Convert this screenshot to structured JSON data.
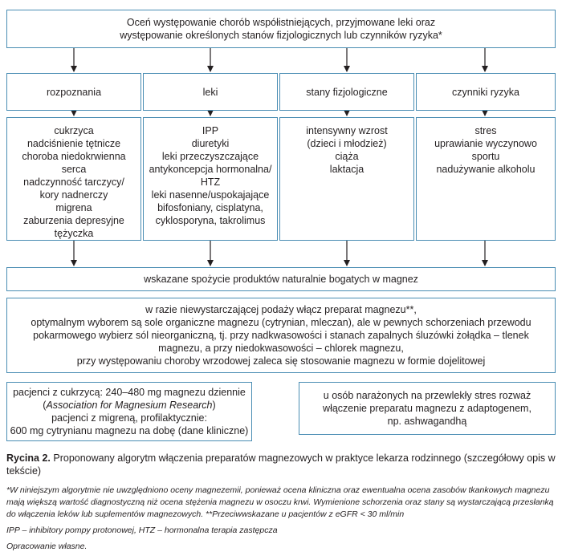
{
  "top_box": {
    "lines": [
      "Oceń występowanie chorób współistniejących, przyjmowane leki oraz",
      "występowanie określonych stanów fizjologicznych lub czynników ryzyka*"
    ]
  },
  "categories": [
    {
      "label": "rozpoznania"
    },
    {
      "label": "leki"
    },
    {
      "label": "stany fizjologiczne"
    },
    {
      "label": "czynniki ryzyka"
    }
  ],
  "details": [
    {
      "lines": [
        "cukrzyca",
        "nadciśnienie tętnicze",
        "choroba niedokrwienna",
        "serca",
        "nadczynność tarczycy/",
        "kory nadnerczy",
        "migrena",
        "zaburzenia depresyjne",
        "tężyczka"
      ]
    },
    {
      "lines": [
        "IPP",
        "diuretyki",
        "leki przeczyszczające",
        "antykoncepcja hormonalna/",
        "HTZ",
        "leki nasenne/uspokajające",
        "bifosfoniany, cisplatyna,",
        "cyklosporyna, takrolimus"
      ]
    },
    {
      "lines": [
        "intensywny wzrost",
        "(dzieci i młodzież)",
        "ciąża",
        "laktacja"
      ]
    },
    {
      "lines": [
        "stres",
        "uprawianie wyczynowo",
        "sportu",
        "nadużywanie alkoholu"
      ]
    }
  ],
  "recommend_box": {
    "text": "wskazane spożycie produktów naturalnie bogatych w magnez"
  },
  "supplement_box": {
    "lines": [
      "w razie niewystarczającej podaży włącz preparat magnezu**,",
      "optymalnym wyborem są sole organiczne magnezu (cytrynian, mleczan), ale w pewnych schorzeniach przewodu",
      "pokarmowego wybierz sól nieorganiczną, tj. przy nadkwasowości i stanach zapalnych śluzówki żołądka – tlenek",
      "magnezu, a przy niedokwasowości – chlorek magnezu,",
      "przy występowaniu choroby wrzodowej zaleca się stosowanie magnezu w formie dojelitowej"
    ]
  },
  "dose_box": {
    "line1": "pacjenci z cukrzycą: 240–480 mg magnezu dziennie",
    "line2_open": "(",
    "line2_italic": "Association for Magnesium Research",
    "line2_close": ")",
    "line3": "pacjenci z migreną, profilaktycznie:",
    "line4": "600 mg cytrynianu magnezu na dobę (dane kliniczne)"
  },
  "stress_box": {
    "lines": [
      "u osób narażonych na przewlekły stres rozważ",
      "włączenie preparatu magnezu z adaptogenem,",
      "np. ashwagandhą"
    ]
  },
  "caption": {
    "label": "Rycina 2.",
    "text": " Proponowany algorytm włączenia preparatów magnezowych w praktyce lekarza rodzinnego (szczegółowy opis w tekście)"
  },
  "footnote": "*W niniejszym algorytmie nie uwzględniono oceny magnezemii, ponieważ ocena kliniczna oraz ewentualna ocena zasobów tkankowych magnezu mają większą wartość diagnostyczną niż ocena stężenia magnezu w osoczu krwi. Wymienione schorzenia oraz stany są wystarczającą przesłanką do włączenia leków lub suplementów magnezowych. **Przeciwwskazane u pacjentów z eGFR < 30 ml/min",
  "abbreviations": "IPP – inhibitory pompy protonowej, HTZ – hormonalna terapia zastępcza",
  "source": "Opracowanie własne.",
  "colors": {
    "border": "#4a8db3",
    "text": "#231f20",
    "arrow": "#231f20"
  }
}
